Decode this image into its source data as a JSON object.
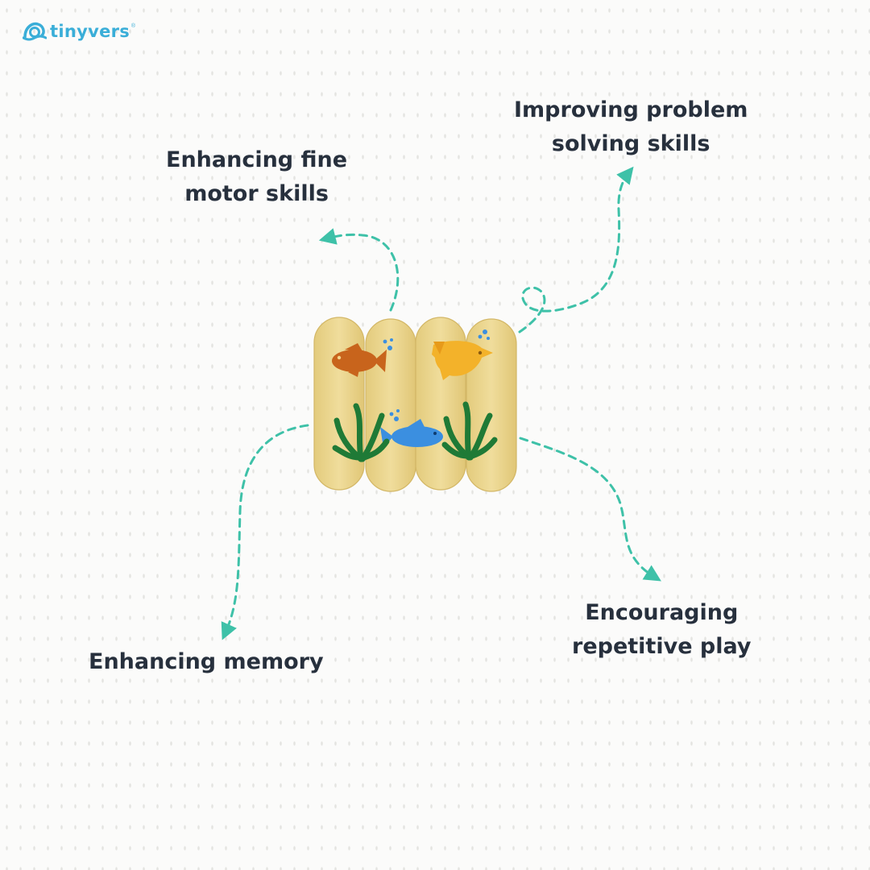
{
  "brand": {
    "name": "tinyvers",
    "registered_mark": "®"
  },
  "benefits": [
    {
      "id": "fine-motor",
      "lines": [
        "Enhancing fine",
        "motor skills"
      ]
    },
    {
      "id": "problem-solving",
      "lines": [
        "Improving problem",
        "solving skills"
      ]
    },
    {
      "id": "memory",
      "lines": [
        "Enhancing memory"
      ]
    },
    {
      "id": "repetitive-play",
      "lines": [
        "Encouraging",
        "repetitive play"
      ]
    }
  ],
  "colors": {
    "arrow": "#3ec1a8",
    "text": "#27303d",
    "brand": "#3aaed8",
    "wood": "#ecd78f",
    "orange_fish": "#c8641c",
    "yellow_fish": "#f3b22a",
    "blue_fish": "#3b8fe0",
    "seaweed": "#1f7a36"
  }
}
